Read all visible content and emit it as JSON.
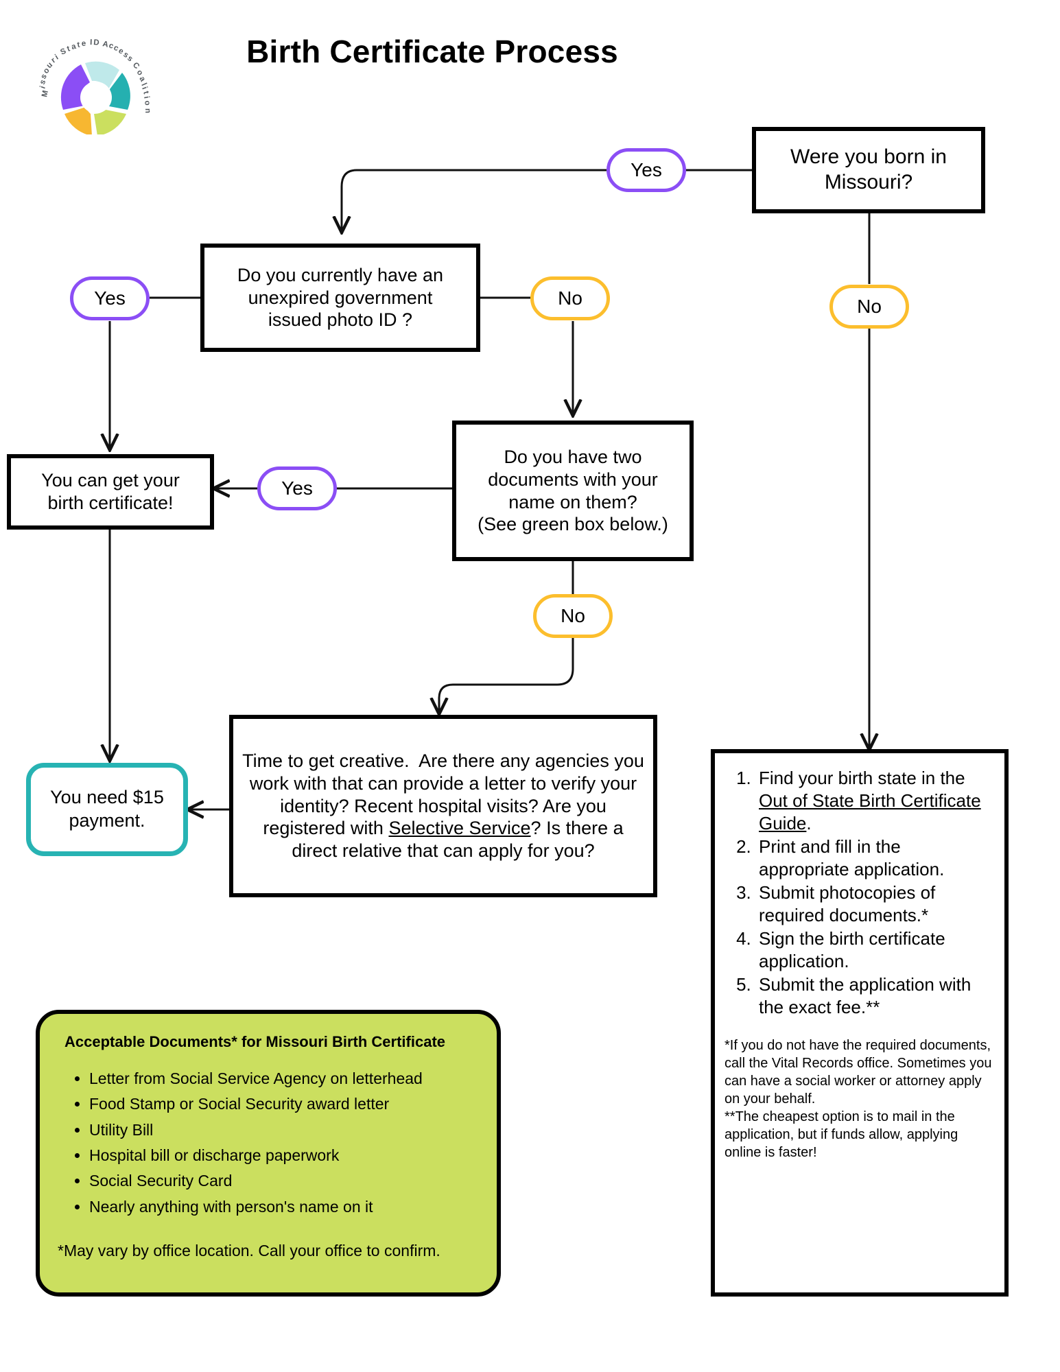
{
  "page": {
    "title": "Birth Certificate Process",
    "logo_alt": "Missouri State ID Access Coalition",
    "logo_text": "Missouri State ID Access Coalition"
  },
  "colors": {
    "purple": "#8b4ef5",
    "amber": "#fcbe2d",
    "teal": "#27b3b3",
    "green_panel": "#cbdf5f",
    "outline": "#000000"
  },
  "flow": {
    "nodes": {
      "born_in_missouri": "Were you born in\nMissouri?",
      "have_photo_id": "Do you currently have an\nunexpired government\nissued photo ID ?",
      "two_documents": "Do you have two\ndocuments with your\nname on them?\n(See green box below.)",
      "can_get_certificate": "You can get your\nbirth certificate!",
      "need_payment": "You need $15\npayment.",
      "get_creative_pre": "Time to get creative.  Are there any agencies you work with that can provide a letter to verify your identity? Recent hospital visits? Are you registered with ",
      "get_creative_link": "Selective Service",
      "get_creative_post": "? Is there a direct relative that can apply for you?"
    },
    "labels": {
      "yes_missouri": "Yes",
      "no_missouri": "No",
      "yes_photo_id": "Yes",
      "no_photo_id": "No",
      "yes_two_docs": "Yes",
      "no_two_docs": "No"
    }
  },
  "steps_panel": {
    "items": [
      {
        "pre": "Find your birth state in the ",
        "link": "Out of State Birth Certificate Guide",
        "post": "."
      },
      {
        "pre": "Print and fill in the appropriate application.",
        "link": "",
        "post": ""
      },
      {
        "pre": "Submit photocopies of required documents.*",
        "link": "",
        "post": ""
      },
      {
        "pre": "Sign the birth certificate application.",
        "link": "",
        "post": ""
      },
      {
        "pre": "Submit the application with the exact fee.**",
        "link": "",
        "post": ""
      }
    ],
    "note_one": "*If you do not have the required documents, call the Vital Records office. Sometimes you can have a social worker or attorney apply on your behalf.",
    "note_two": "**The cheapest option is to mail in the application, but if funds allow, applying online is faster!"
  },
  "green_panel": {
    "title": "Acceptable Documents* for Missouri Birth Certificate",
    "items": [
      "Letter from Social Service Agency on letterhead",
      "Food Stamp or Social Security award letter",
      "Utility Bill",
      "Hospital bill or discharge paperwork",
      "Social Security Card",
      "Nearly anything with person's name on it"
    ],
    "footer": "*May vary by office location.  Call your office to confirm."
  }
}
